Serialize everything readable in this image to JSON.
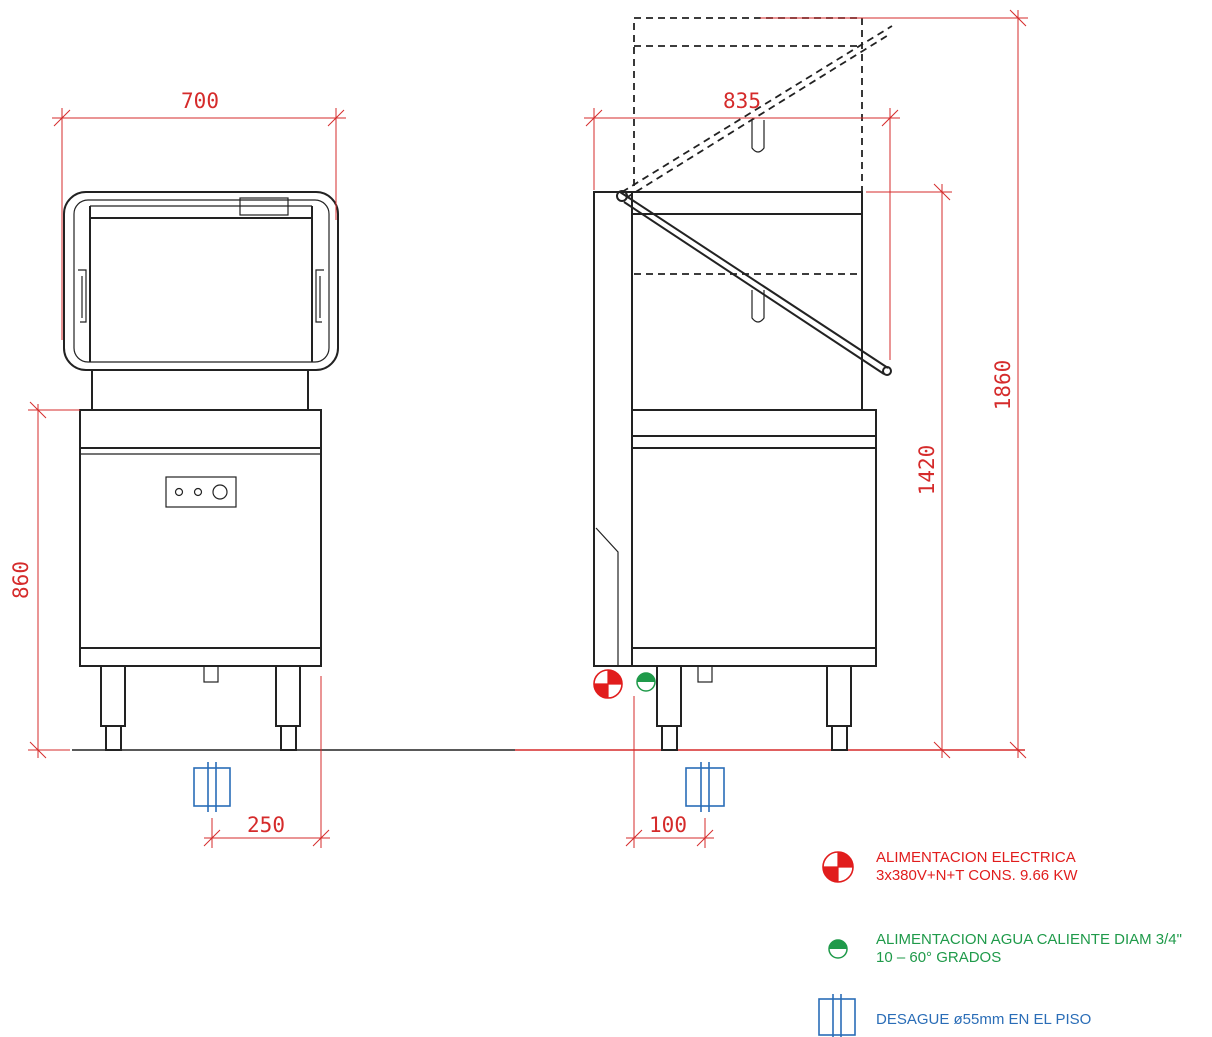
{
  "dimensions": {
    "front_width": "700",
    "side_depth": "835",
    "front_height": "860",
    "side_height_closed": "1420",
    "side_height_open": "1860",
    "front_drain_offset": "250",
    "side_drain_offset": "100"
  },
  "legend": {
    "electric_line1": "ALIMENTACION ELECTRICA",
    "electric_line2": "3x380V+N+T CONS. 9.66 KW",
    "water_line1": "ALIMENTACION AGUA CALIENTE DIAM 3/4\"",
    "water_line2": "10 – 60° GRADOS",
    "drain_line1": "DESAGUE ø55mm EN EL PISO"
  },
  "colors": {
    "dimension": "#d52b2b",
    "electric": "#e11d1d",
    "water": "#1f9a4a",
    "drain": "#2a6db7",
    "outline": "#222222"
  },
  "icons": [
    "electric-supply-icon",
    "hot-water-supply-icon",
    "floor-drain-icon"
  ]
}
